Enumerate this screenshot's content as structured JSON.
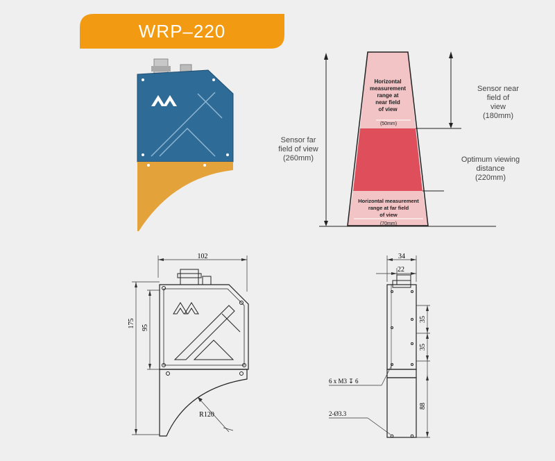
{
  "title": "WRP–220",
  "colors": {
    "orange": "#f29a12",
    "sensor_blue": "#2e6b96",
    "bracket": "#e3a33a",
    "pink": "#f2c4c6",
    "red": "#df4f5b"
  },
  "range": {
    "near_box_text": [
      "Horizontal",
      "measurement",
      "range at",
      "near field",
      "of view"
    ],
    "near_box_dim": "(50mm)",
    "far_box_text": [
      "Horizontal measurement",
      "range at far field",
      "of view"
    ],
    "far_box_dim": "(70mm)",
    "far_label": [
      "Sensor far",
      "field of view",
      "(260mm)"
    ],
    "near_label": [
      "Sensor near",
      "field of",
      "view",
      "(180mm)"
    ],
    "optimum_label": [
      "Optimum viewing",
      "distance",
      "(220mm)"
    ]
  },
  "front_view": {
    "dim_width": "102",
    "dim_total_height": "175",
    "dim_body_height": "95",
    "radius": "R120"
  },
  "side_view": {
    "dim_width": "34",
    "dim_width_inner": "22",
    "dim_hole_spacing_1": "35",
    "dim_hole_spacing_2": "35",
    "dim_lower": "88",
    "hole_note_1": "6 x  M3 ↧ 6",
    "hole_note_2": "2-Ø3.3"
  }
}
